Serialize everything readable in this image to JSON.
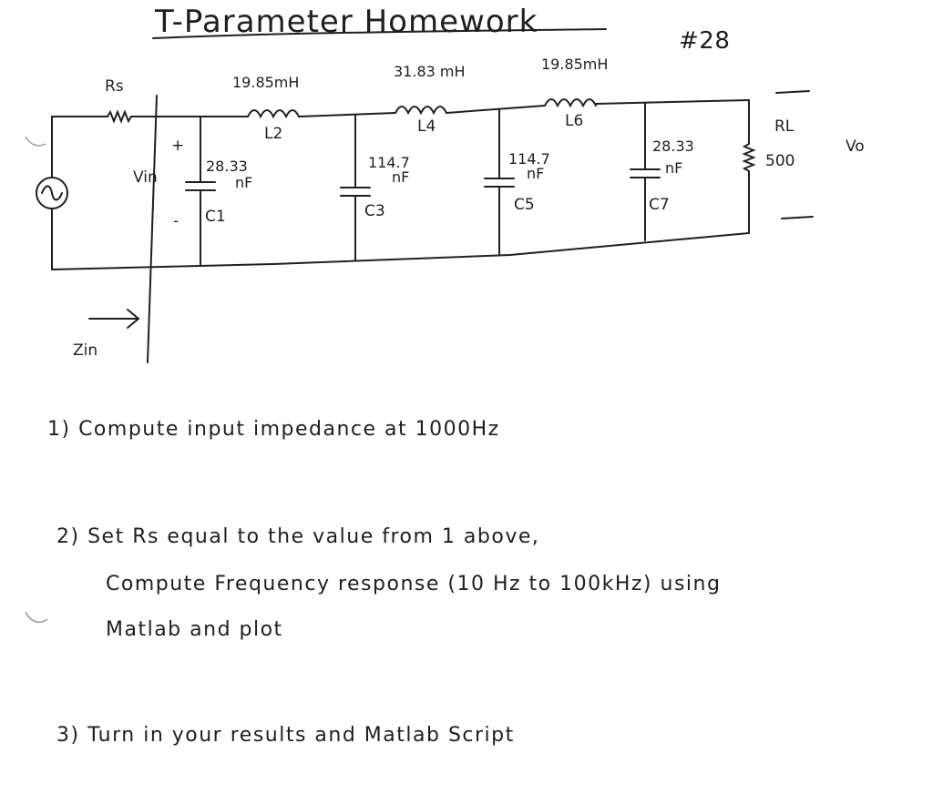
{
  "header": {
    "title": "T-Parameter Homework",
    "problem_number": "#28"
  },
  "circuit": {
    "source": {
      "resistor_label": "Rs",
      "input_voltage_label": "Vin",
      "plus": "+",
      "minus": "-"
    },
    "inductors": [
      {
        "label": "L2",
        "value": "19.85mH"
      },
      {
        "label": "L4",
        "value": "31.83 mH"
      },
      {
        "label": "L6",
        "value": "19.85mH"
      }
    ],
    "capacitors": [
      {
        "label": "C1",
        "value_line1": "28.33",
        "value_line2": "nF"
      },
      {
        "label": "C3",
        "value_line1": "114.7",
        "value_line2": "nF"
      },
      {
        "label": "C5",
        "value_line1": "114.7",
        "value_line2": "nF"
      },
      {
        "label": "C7",
        "value_line1": "28.33",
        "value_line2": "nF"
      }
    ],
    "load": {
      "label": "RL",
      "value": "500",
      "output_label": "Vo"
    },
    "input_impedance_label": "Zin"
  },
  "questions": [
    {
      "line1": "1) Compute input impedance at 1000Hz"
    },
    {
      "line1": "2) Set  Rs equal to the value from 1 above,",
      "line2": "Compute Frequency response (10 Hz to 100kHz) using",
      "line3": "Matlab and plot"
    },
    {
      "line1": "3) Turn in your results and Matlab Script"
    }
  ]
}
